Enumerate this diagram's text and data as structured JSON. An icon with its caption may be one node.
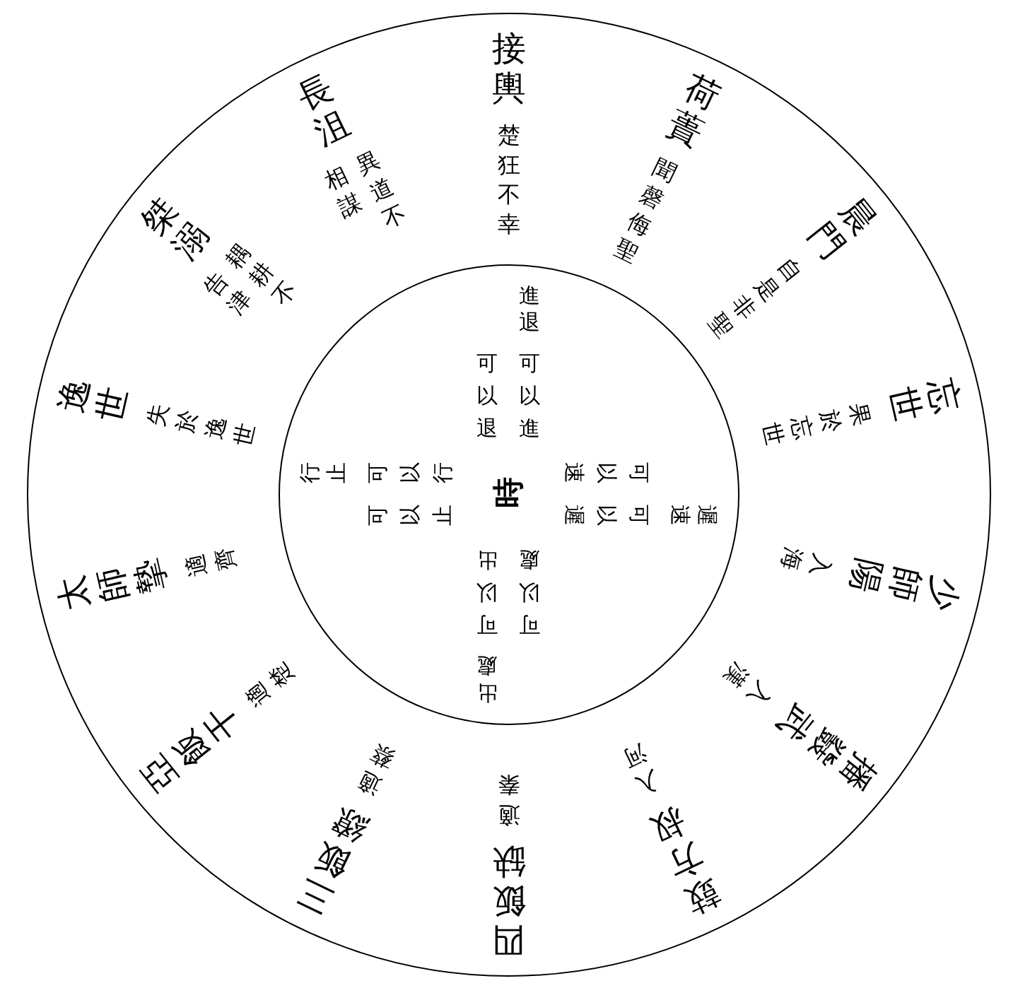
{
  "diagram": {
    "nodes": [
      {
        "text": [
          "接輿",
          "楚狂不幸",
          "荷蕢",
          "聞磬侮聖",
          "晨門",
          "自是非聖",
          "忘世",
          "果於忘世",
          "少師陽",
          "入海",
          "播鼗武",
          "入漢",
          "鼓方叔",
          "入河",
          "四飯缺",
          "適秦",
          "三飯繚",
          "適蔡",
          "亞飯干",
          "適楚",
          "太師摯",
          "適齊",
          "逸世",
          "失於逸世",
          "桀溺",
          "耦耕不告津",
          "長沮",
          "異道不相謀"
        ]
      },
      {
        "text": [
          "時",
          "進退",
          "可以進可以退",
          "遲速",
          "可以遲可以速",
          "出處",
          "可以出可以處",
          "行止",
          "可以行可以止"
        ],
        "in": 0
      }
    ]
  }
}
